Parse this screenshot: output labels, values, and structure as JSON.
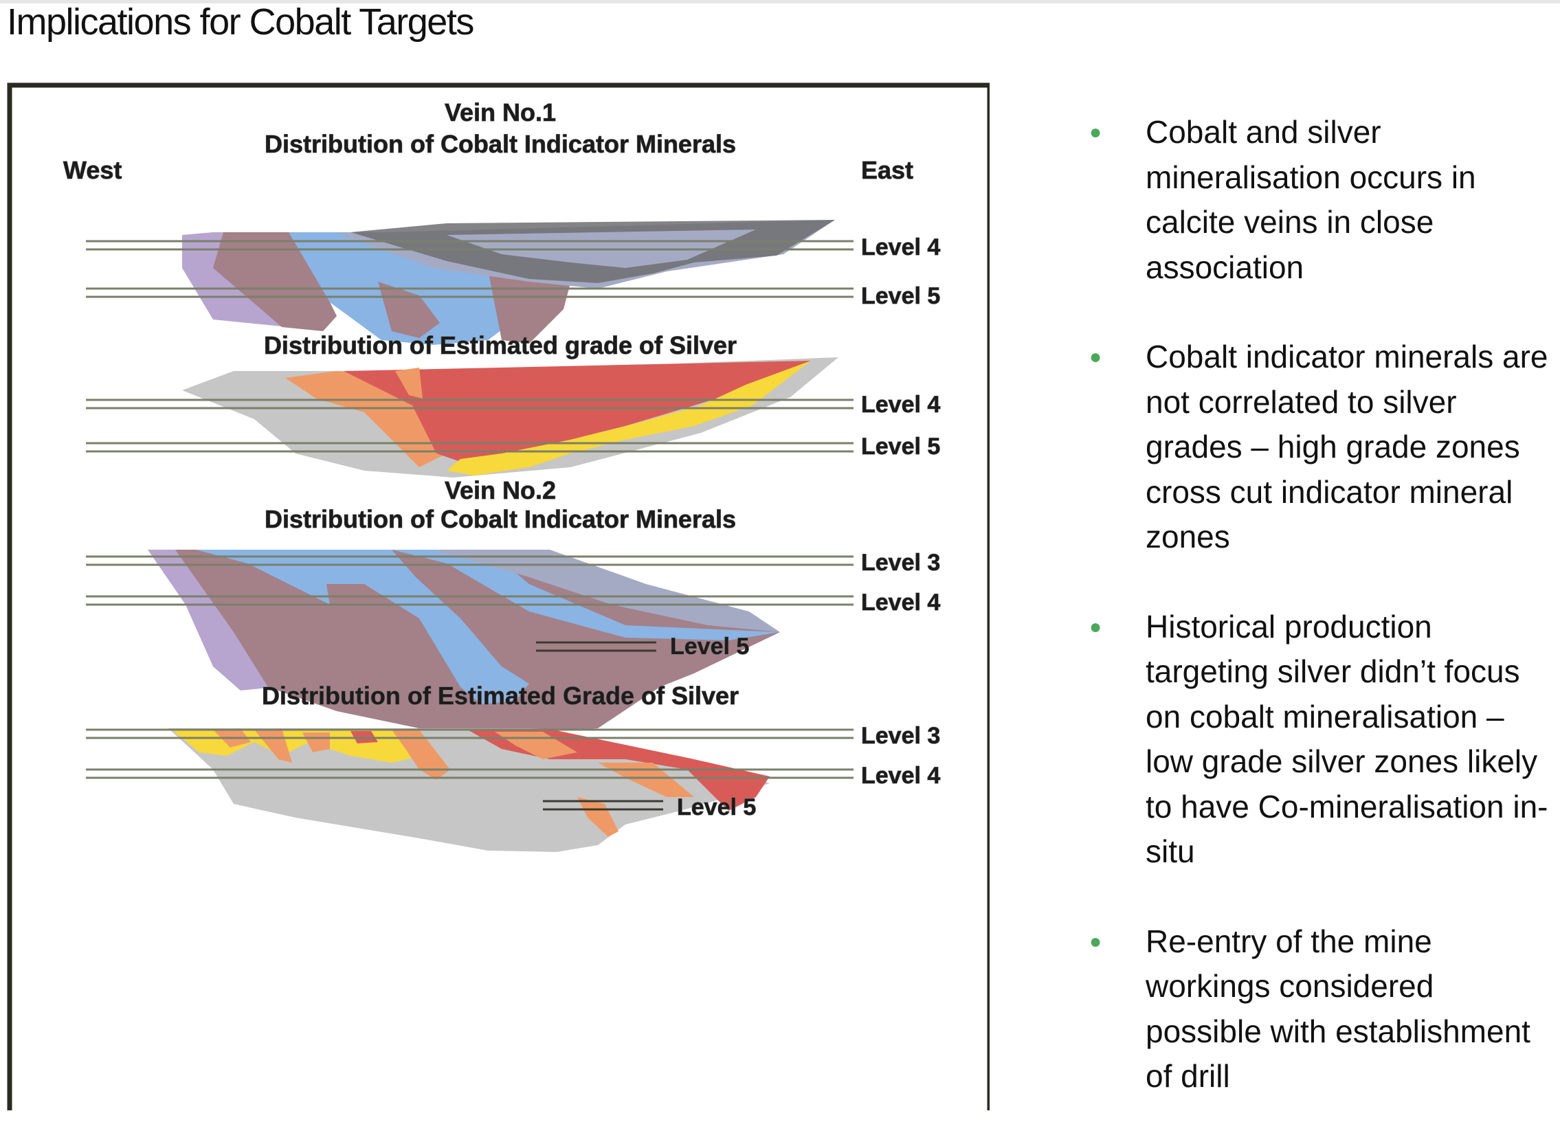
{
  "page": {
    "title": "Implications for Cobalt Targets"
  },
  "figure": {
    "vein1_title": "Vein No.1",
    "vein2_title": "Vein No.2",
    "west_label": "West",
    "east_label": "East",
    "cobalt_caption": "Distribution of Cobalt Indicator Minerals",
    "silver_caption_1": "Distribution of Estimated grade of Silver",
    "silver_caption_2": "Distribution of Estimated Grade of Silver",
    "level_3": "Level 3",
    "level_4": "Level 4",
    "level_5": "Level 5",
    "colors": {
      "frame": "#2a2a22",
      "lilac": "#b7a5cf",
      "mauve": "#a48088",
      "blue": "#8ab4e3",
      "slate": "#a5aac4",
      "dark": "#6e6e72",
      "grey": "#c6c6c6",
      "orange": "#ef9a66",
      "red": "#d95b58",
      "yellow": "#f7d93c"
    }
  },
  "bullets": [
    {
      "icon": "bullet-dot",
      "text": "Cobalt and silver mineralisation occurs in calcite veins in close association"
    },
    {
      "icon": "bullet-dot",
      "text": "Cobalt indicator minerals are not correlated to silver grades – high grade zones cross cut indicator mineral zones"
    },
    {
      "icon": "bullet-dot",
      "text": "Historical production targeting silver didn’t focus on cobalt mineralisation – low grade silver zones likely to have Co-mineralisation in-situ"
    },
    {
      "icon": "bullet-dot",
      "text": "Re-entry of the mine workings considered possible with establishment of drill"
    }
  ]
}
